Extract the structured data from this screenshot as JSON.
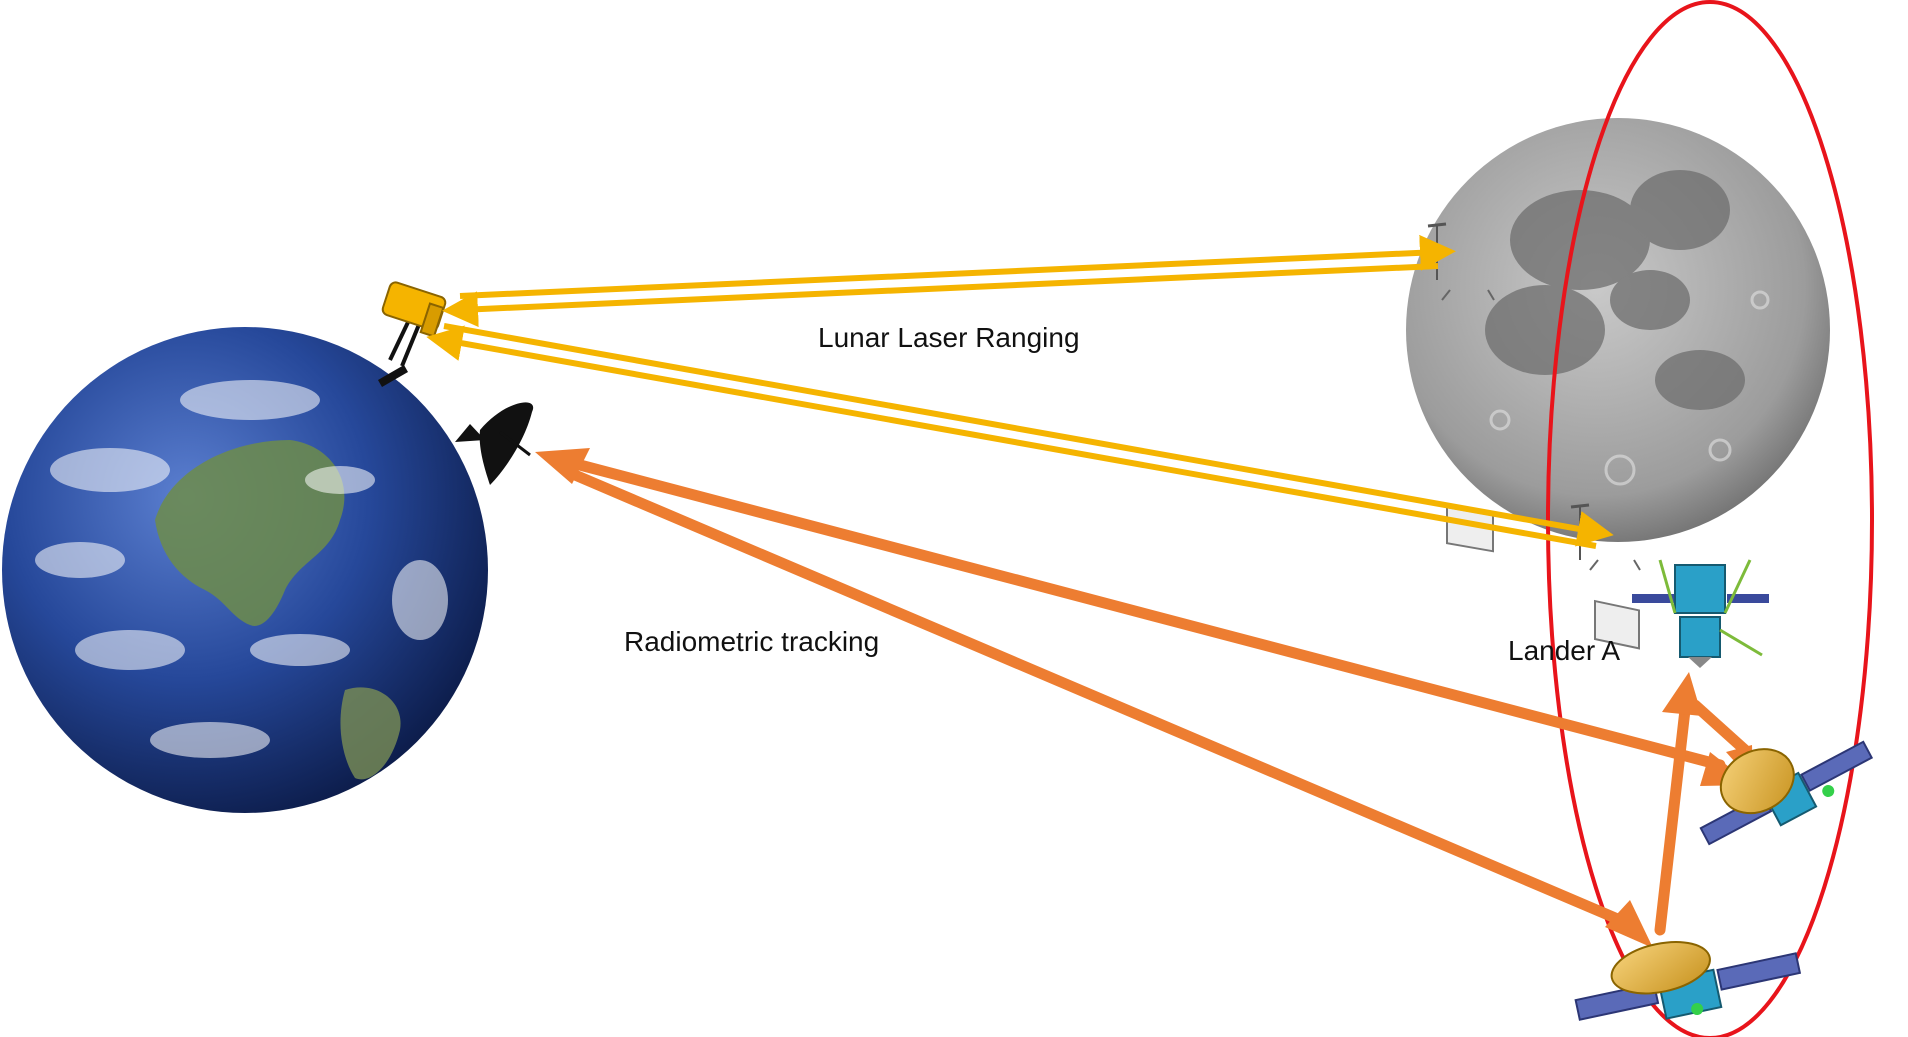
{
  "labels": {
    "lunar_laser_ranging": "Lunar Laser Ranging",
    "radiometric_tracking": "Radiometric tracking",
    "lander": "Lander A"
  },
  "colors": {
    "laser": "#F5B400",
    "radio": "#ED7D31",
    "orbit": "#E8141B",
    "earth_ocean": "#1f3f8f",
    "moon": "#a9a9a9"
  },
  "icons": {
    "earth": "earth-globe-icon",
    "moon": "moon-globe-icon",
    "laser_station": "laser-telescope-icon",
    "ground_antenna": "radio-dish-icon",
    "retroreflector": "retroreflector-icon",
    "lander": "lunar-lander-icon",
    "relay_satellite": "relay-satellite-icon"
  }
}
